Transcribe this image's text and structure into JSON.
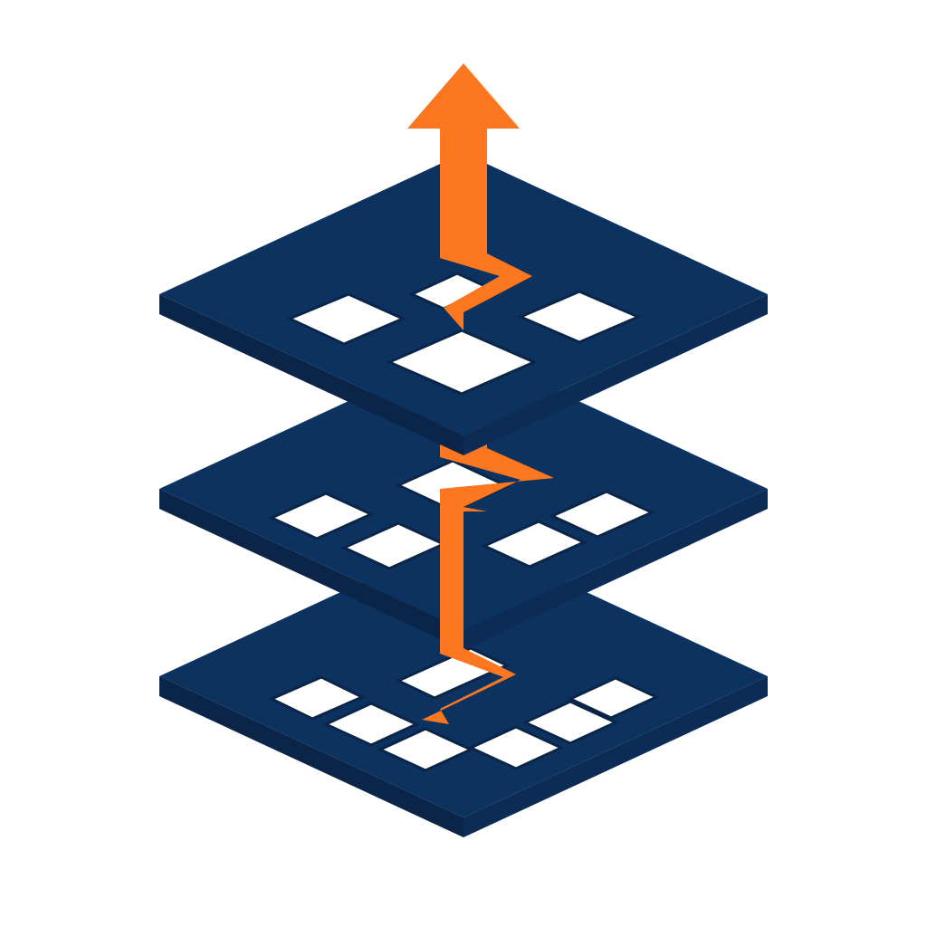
{
  "diagram": {
    "kind": "isometric-layered-stack-with-upward-path",
    "layer_count": 3,
    "direction": "up",
    "colors": {
      "background": "#ffffff",
      "layer_top": "#0c3260",
      "layer_side_left": "#0a2547",
      "layer_side_right": "#0d2c55",
      "cutout": "#ffffff",
      "path": "#fc771f",
      "path_shade": "#e8651a"
    },
    "layers": [
      {
        "name": "top-layer",
        "cutout_count": 4
      },
      {
        "name": "middle-layer",
        "cutout_count": 5
      },
      {
        "name": "bottom-layer",
        "cutout_count": 7
      }
    ],
    "icons": [
      "up-arrow-icon"
    ]
  }
}
